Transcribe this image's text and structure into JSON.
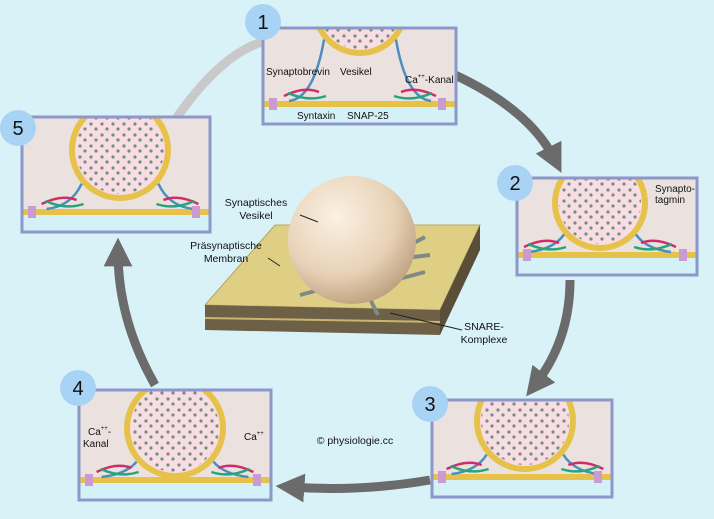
{
  "steps": [
    {
      "number": "1",
      "labels": {
        "synaptobrevin": "Synaptobrevin",
        "vesikel": "Vesikel",
        "ca": "Ca",
        "ca_sup": "++",
        "kanal": "-Kanal",
        "syntaxin": "Syntaxin",
        "snap25": "SNAP-25"
      }
    },
    {
      "number": "2",
      "labels": {
        "synapto": "Synapto-",
        "tagmin": "tagmin"
      }
    },
    {
      "number": "3"
    },
    {
      "number": "4",
      "labels": {
        "ca_left": "Ca",
        "ca_left_sup": "++",
        "ca_left_dash": "-",
        "kanal": "Kanal",
        "ca_right": "Ca",
        "ca_right_sup": "++"
      }
    },
    {
      "number": "5"
    }
  ],
  "center": {
    "vesikel_line1": "Synaptisches",
    "vesikel_line2": "Vesikel",
    "membran_line1": "Präsynaptische",
    "membran_line2": "Membran",
    "snare_line1": "SNARE-",
    "snare_line2": "Komplexe"
  },
  "copyright": "© physiologie.cc",
  "colors": {
    "background": "#d8f2f8",
    "badge": "#a9d3f5",
    "frame": "#8d97c9",
    "arrow": "#6b6b6b",
    "arrow_light": "#c9c9c9"
  }
}
